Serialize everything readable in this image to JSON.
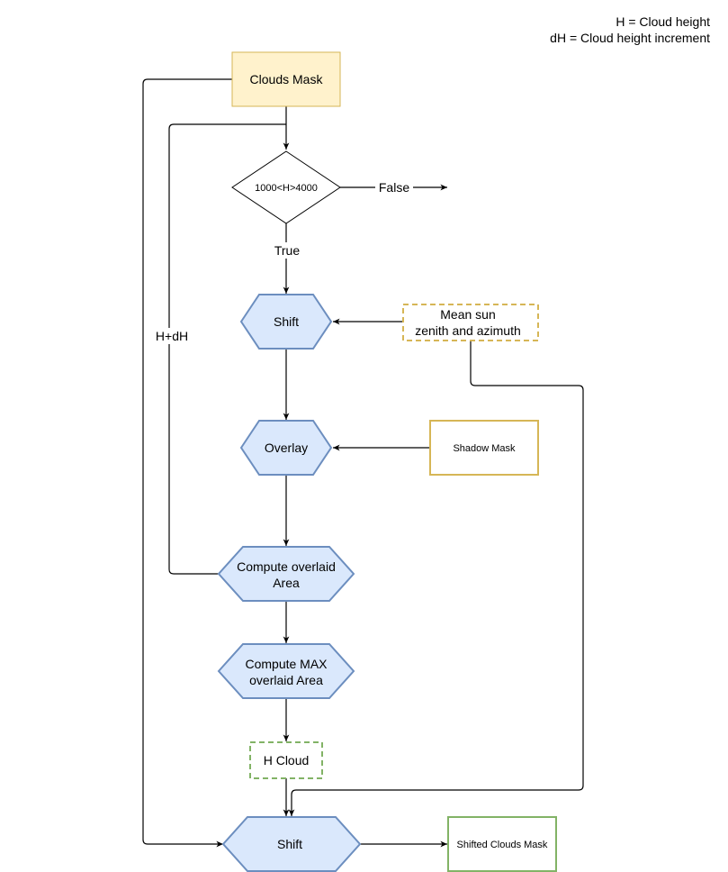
{
  "legend": {
    "line1": "H = Cloud height",
    "line2": "dH = Cloud height increment"
  },
  "nodes": {
    "clouds_mask": "Clouds Mask",
    "condition": "1000<H>4000",
    "shift_1": "Shift",
    "sun_line1": "Mean sun",
    "sun_line2": "zenith and azimuth",
    "overlay": "Overlay",
    "shadow_mask": "Shadow Mask",
    "compute_line1": "Compute overlaid",
    "compute_line2": "Area",
    "max_line1": "Compute MAX",
    "max_line2": "overlaid Area",
    "h_cloud": "H Cloud",
    "shift_2": "Shift",
    "shifted_mask": "Shifted Clouds Mask"
  },
  "edge_labels": {
    "false_label": "False",
    "true_label": "True",
    "loop_label": "H+dH"
  },
  "colors": {
    "process_fill": "#dae8fc",
    "process_stroke": "#6c8ebf",
    "input_fill": "#fff2cc",
    "input_stroke": "#d6b656",
    "output_stroke": "#82b366",
    "line": "#000000"
  }
}
